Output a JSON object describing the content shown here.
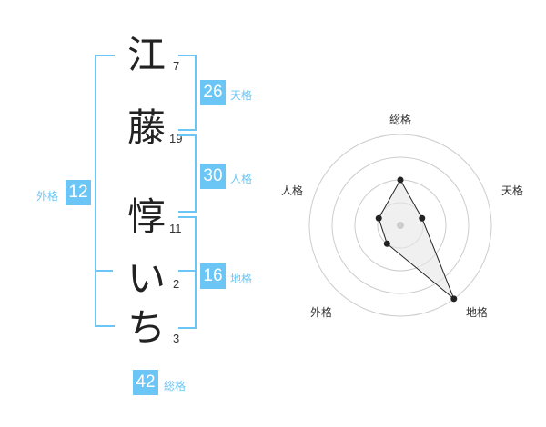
{
  "name": {
    "chars": [
      {
        "char": "江",
        "strokes": "7"
      },
      {
        "char": "藤",
        "strokes": "19"
      },
      {
        "char": "惇",
        "strokes": "11"
      },
      {
        "char": "い",
        "strokes": "2"
      },
      {
        "char": "ち",
        "strokes": "3"
      }
    ]
  },
  "fortune": {
    "tenkaku": {
      "value": "26",
      "label": "天格"
    },
    "jinkaku": {
      "value": "30",
      "label": "人格"
    },
    "chikaku": {
      "value": "16",
      "label": "地格"
    },
    "gaikaku": {
      "value": "12",
      "label": "外格"
    },
    "soukaku": {
      "value": "42",
      "label": "総格"
    }
  },
  "colors": {
    "accent": "#6cc6f5",
    "text": "#222222",
    "ring": "#cccccc",
    "fill": "#e6e6e6"
  },
  "chart_data": {
    "type": "radar",
    "axes": [
      "総格",
      "天格",
      "地格",
      "外格",
      "人格"
    ],
    "max": 4,
    "values": [
      2,
      1,
      4,
      1,
      1
    ]
  }
}
